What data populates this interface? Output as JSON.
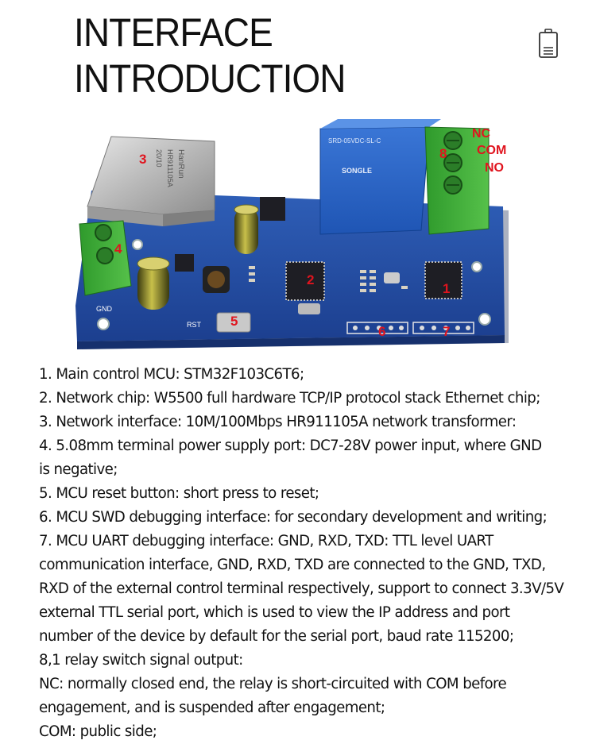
{
  "header": {
    "title_line1": "INTERFACE",
    "title_line2": "INTRODUCTION",
    "corner_icon": "battery-icon"
  },
  "board": {
    "callouts": {
      "n1": "1",
      "n2": "2",
      "n3": "3",
      "n4": "4",
      "n5": "5",
      "n6": "6",
      "n7": "7",
      "n8": "8",
      "nc": "NC",
      "com": "COM",
      "no": "NO"
    },
    "silkscreen": {
      "relay_model": "SRD-05VDC-SL-C",
      "relay_brand": "SONGLE",
      "jack_brand": "HanRun",
      "jack_model": "HR911105A",
      "jack_date": "20/10",
      "gnd": "GND",
      "rst": "RST"
    }
  },
  "description": {
    "lines": [
      "1. Main control MCU: STM32F103C6T6;",
      "2. Network chip: W5500 full hardware TCP/IP protocol stack Ethernet chip;",
      "3. Network interface: 10M/100Mbps HR911105A network transformer:",
      "4. 5.08mm terminal power supply port: DC7-28V power input, where GND",
      "is negative;",
      "5. MCU reset button: short press to reset;",
      "6. MCU SWD debugging interface: for secondary development and writing;",
      "7. MCU UART debugging interface: GND, RXD, TXD: TTL level UART",
      "communication interface, GND, RXD, TXD are connected to the GND, TXD,",
      "RXD of the external control terminal respectively, support to connect 3.3V/5V",
      "external TTL serial port, which is used to view the IP address and port",
      "number of the device by default for the serial port, baud rate 115200;",
      "8,1 relay switch signal output:",
      "NC: normally closed end, the relay is short-circuited with COM before",
      "engagement, and is suspended after engagement;",
      "COM: public side;"
    ]
  }
}
